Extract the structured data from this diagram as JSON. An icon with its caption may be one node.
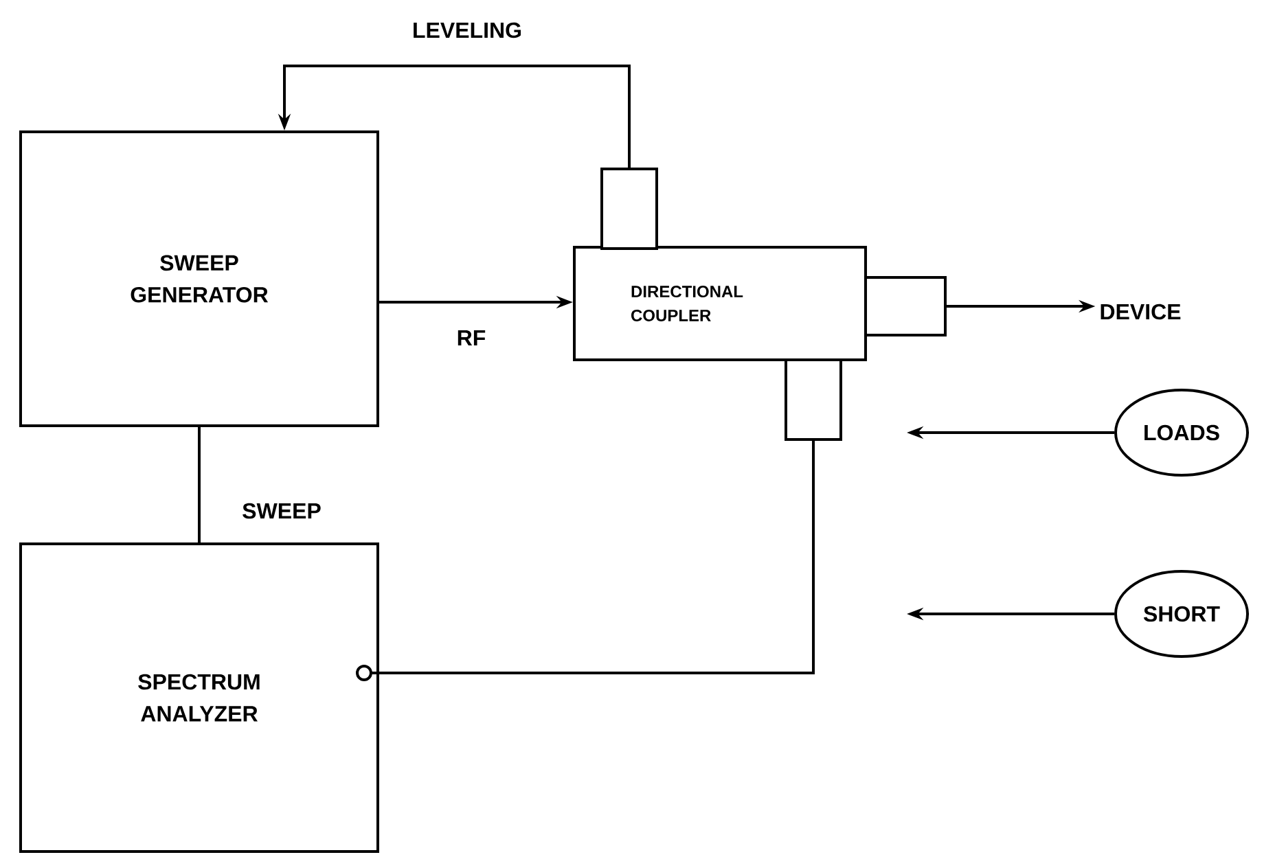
{
  "diagram": {
    "nodes": [
      {
        "text": [
          "SWEEP GENERATOR"
        ]
      },
      {
        "text": [
          "SPECTRUM ANALYZER"
        ]
      },
      {
        "text": [
          "DIRECTIONAL COUPLER"
        ]
      },
      {
        "text": [],
        "shape": "box"
      },
      {
        "text": [],
        "shape": "box"
      },
      {
        "text": [],
        "shape": "box"
      },
      {
        "text": [
          "DEVICE"
        ]
      },
      {
        "text": [
          "LOADS"
        ]
      },
      {
        "text": [
          "SHORT"
        ]
      },
      {
        "text": [],
        "shape": "circle",
        "in": 1
      }
    ],
    "edges": [
      {
        "from": 3,
        "to": 0,
        "arrow": "to",
        "label": "LEVELING"
      },
      {
        "from": 0,
        "to": 2,
        "arrow": "to",
        "label": "RF"
      },
      {
        "from": 0,
        "to": 1,
        "arrow": "none",
        "label": "SWEEP"
      },
      {
        "from": 4,
        "to": 6,
        "arrow": "to"
      },
      {
        "from": 7,
        "to": null,
        "arrow": "to"
      },
      {
        "from": 8,
        "to": null,
        "arrow": "to"
      },
      {
        "from": 5,
        "to": 9,
        "arrow": "none"
      }
    ]
  }
}
